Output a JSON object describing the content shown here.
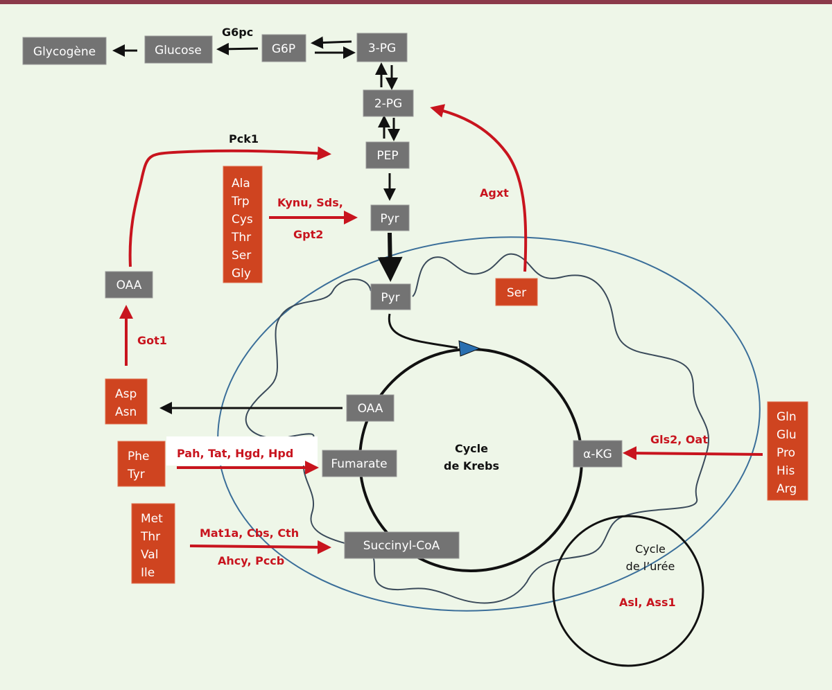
{
  "colors": {
    "background": "#eef6e8",
    "top_bar": "#8b3a4a",
    "metabolite_box": "#737373",
    "amino_acid_box": "#cf4420",
    "enzyme_red": "#c8141e",
    "membrane_blue": "#3a6e99"
  },
  "metabolites": {
    "glycogene": "Glycogène",
    "glucose": "Glucose",
    "g6p": "G6P",
    "pg3": "3-PG",
    "pg2": "2-PG",
    "pep": "PEP",
    "pyr_cyto": "Pyr",
    "pyr_mito": "Pyr",
    "oaa_cyto": "OAA",
    "oaa_mito": "OAA",
    "fumarate": "Fumarate",
    "succinyl": "Succinyl-CoA",
    "akg": "α-KG"
  },
  "amino_acids": {
    "ala_group": [
      "Ala",
      "Trp",
      "Cys",
      "Thr",
      "Ser",
      "Gly"
    ],
    "ser": "Ser",
    "asp_group": [
      "Asp",
      "Asn"
    ],
    "phe_group": [
      "Phe",
      "Tyr"
    ],
    "met_group": [
      "Met",
      "Thr",
      "Val",
      "Ile"
    ],
    "gln_group": [
      "Gln",
      "Glu",
      "Pro",
      "His",
      "Arg"
    ]
  },
  "enzymes": {
    "g6pc": "G6pc",
    "pck1": "Pck1",
    "kynu_sds": "Kynu, Sds,",
    "gpt2": "Gpt2",
    "agxt": "Agxt",
    "got1": "Got1",
    "gls2_oat": "Gls2, Oat",
    "pah": "Pah, Tat, Hgd, Hpd",
    "mat1a": "Mat1a, Cbs, Cth",
    "ahcy": "Ahcy, Pccb",
    "asl": "Asl, Ass1"
  },
  "cycles": {
    "krebs": [
      "Cycle",
      "de Krebs"
    ],
    "uree": [
      "Cycle",
      "de l’urée"
    ]
  }
}
